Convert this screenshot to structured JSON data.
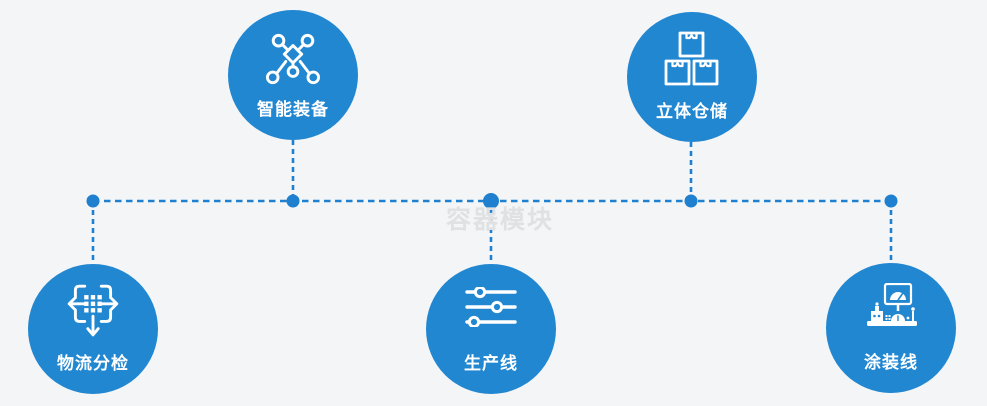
{
  "diagram": {
    "watermark": "容器模块",
    "colors": {
      "background": "#f4f5f6",
      "node_fill": "#2287d1",
      "connector": "#1e80cf",
      "label_text": "#ffffff",
      "watermark_text": "#dfe1e3"
    },
    "nodes": [
      {
        "id": "smart-equipment",
        "label": "智能装备",
        "icon": "network-nodes-icon"
      },
      {
        "id": "warehouse",
        "label": "立体仓储",
        "icon": "stacked-boxes-icon"
      },
      {
        "id": "logistics",
        "label": "物流分检",
        "icon": "sorting-arrows-icon"
      },
      {
        "id": "production",
        "label": "生产线",
        "icon": "sliders-icon"
      },
      {
        "id": "painting",
        "label": "涂装线",
        "icon": "control-station-icon"
      }
    ]
  }
}
